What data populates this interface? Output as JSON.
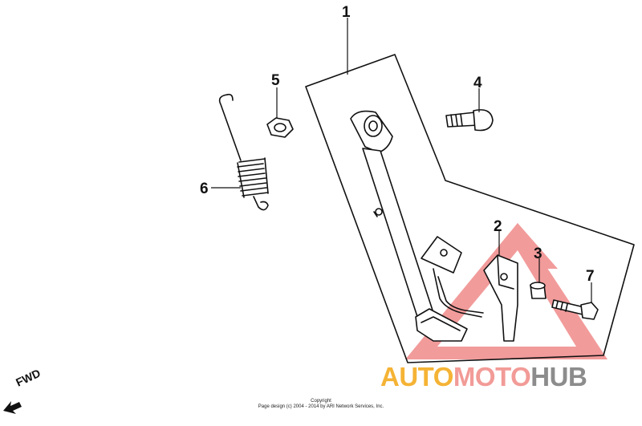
{
  "callouts": {
    "c1": "1",
    "c2": "2",
    "c3": "3",
    "c4": "4",
    "c5": "5",
    "c6": "6",
    "c7": "7"
  },
  "direction_label": "FWD",
  "copyright": {
    "line1": "Copyright",
    "line2": "Page design (c) 2004 - 2014 by ARI Network Services, Inc."
  },
  "watermark": {
    "part1": "AUTO",
    "part2": "MOTO",
    "part3": "HUB",
    "colors": {
      "part1": "#f5b335",
      "part2": "#f29b97",
      "part3": "#8c8c8c",
      "triangle": "#f08a8a"
    }
  }
}
